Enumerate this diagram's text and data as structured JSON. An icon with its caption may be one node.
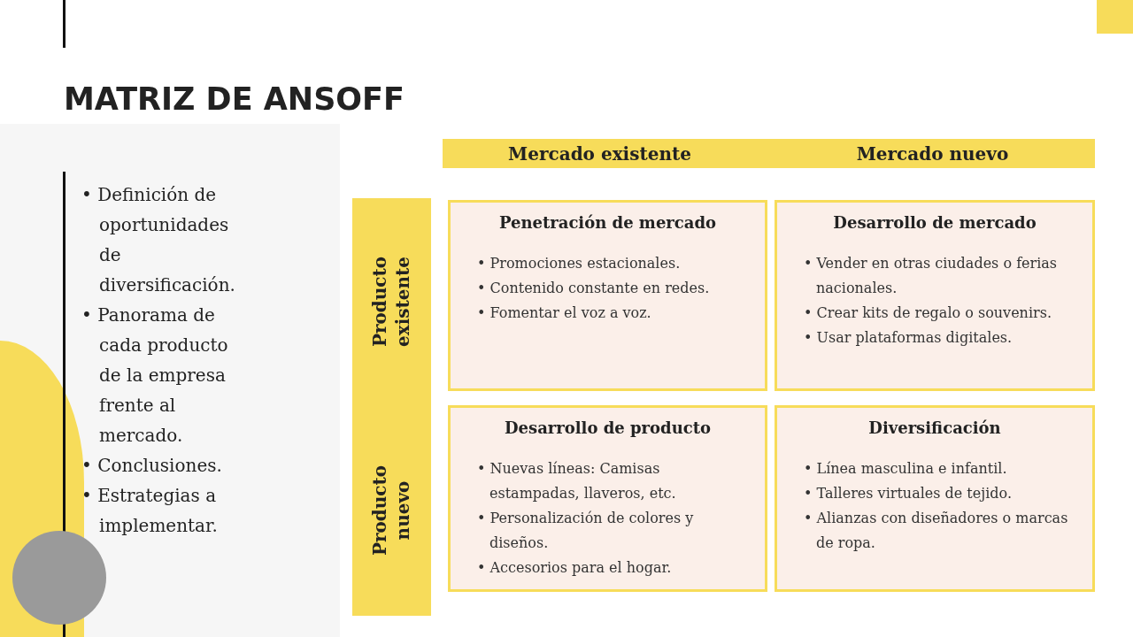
{
  "diagram": {
    "title": "MATRIZ DE ANSOFF",
    "nodes": [
      {
        "text": [
          "Mercado existente"
        ]
      },
      {
        "text": [
          "Mercado nuevo"
        ]
      },
      {
        "text": [
          "Producto existente"
        ]
      },
      {
        "text": [
          "Producto nuevo"
        ]
      },
      {
        "text": [
          "Penetración de mercado",
          "• Promociones estacionales.",
          "• Contenido constante en redes.",
          "• Fomentar el voz a voz."
        ]
      },
      {
        "text": [
          "Desarrollo de mercado",
          "• Vender en otras ciudades o ferias nacionales.",
          "• Crear kits de regalo o souvenirs.",
          "• Usar plataformas digitales."
        ]
      },
      {
        "text": [
          "Desarrollo de producto",
          "• Nuevas líneas: Camisas estampadas, llaveros, etc.",
          "• Personalización de colores y diseños.",
          "• Accesorios para el hogar."
        ]
      },
      {
        "text": [
          "Diversificación",
          "• Línea masculina e infantil.",
          "• Talleres virtuales de tejido.",
          "• Alianzas con diseñadores o marcas de ropa."
        ]
      }
    ],
    "labels": [
      "• Definición de oportunidades de diversificación.",
      "• Panorama de cada producto de la empresa frente al mercado.",
      "• Conclusiones.",
      "• Estrategias a implementar."
    ]
  }
}
